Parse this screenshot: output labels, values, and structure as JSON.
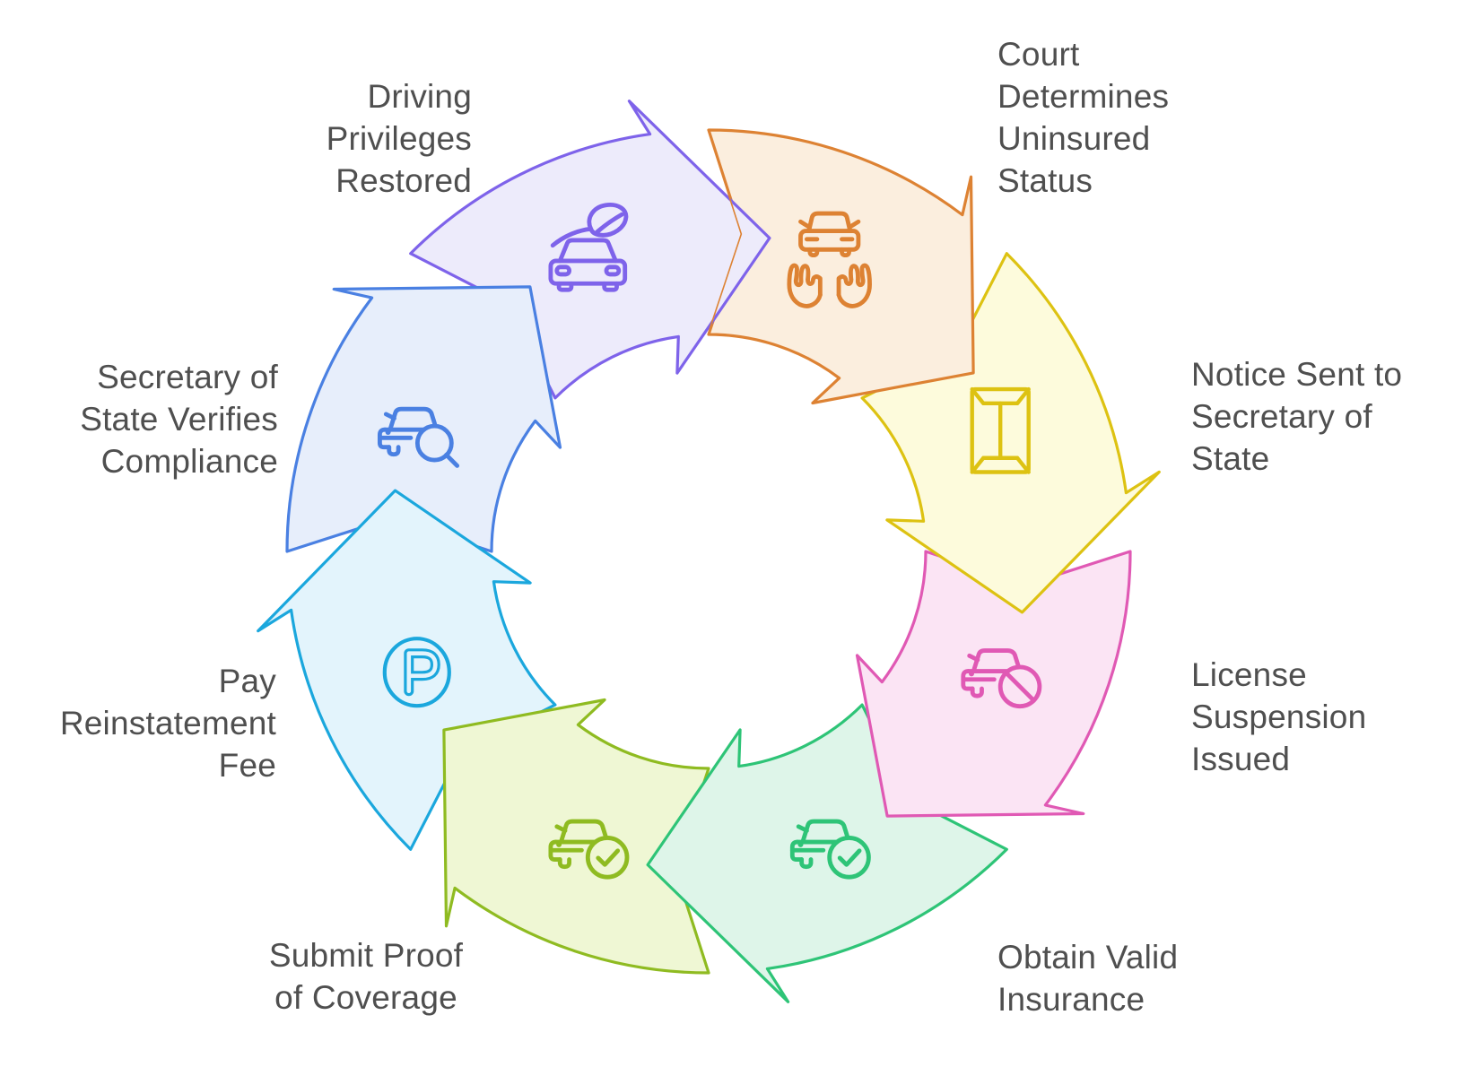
{
  "background": "#ffffff",
  "text_color": "#4f4f4f",
  "diagram": {
    "type": "cycle",
    "direction": "clockwise",
    "steps": [
      {
        "id": "court-determines-uninsured-status",
        "label": "Court\nDetermines\nUninsured\nStatus",
        "icon": "car-hands-icon",
        "stroke": "#dd8233",
        "fill": "#fbeede"
      },
      {
        "id": "notice-sent-to-secretary-of-state",
        "label": "Notice Sent to\nSecretary of\nState",
        "icon": "envelope-icon",
        "stroke": "#ddc212",
        "fill": "#fdfbdc"
      },
      {
        "id": "license-suspension-issued",
        "label": "License\nSuspension\nIssued",
        "icon": "car-banned-icon",
        "stroke": "#e059b4",
        "fill": "#fbe4f4"
      },
      {
        "id": "obtain-valid-insurance",
        "label": "Obtain Valid\nInsurance",
        "icon": "car-check-mint-icon",
        "stroke": "#2ec477",
        "fill": "#def5e9"
      },
      {
        "id": "submit-proof-of-coverage",
        "label": "Submit Proof\nof Coverage",
        "icon": "car-check-lime-icon",
        "stroke": "#8fbb21",
        "fill": "#eff7d4"
      },
      {
        "id": "pay-reinstatement-fee",
        "label": "Pay\nReinstatement\nFee",
        "icon": "parking-icon",
        "stroke": "#1ba7dd",
        "fill": "#e3f4fc"
      },
      {
        "id": "secretary-of-state-verifies-compliance",
        "label": "Secretary of\nState Verifies\nCompliance",
        "icon": "car-search-icon",
        "stroke": "#4a80e2",
        "fill": "#e7eefb"
      },
      {
        "id": "driving-privileges-restored",
        "label": "Driving\nPrivileges\nRestored",
        "icon": "car-leaf-icon",
        "stroke": "#7e63ea",
        "fill": "#edebfb"
      }
    ]
  }
}
